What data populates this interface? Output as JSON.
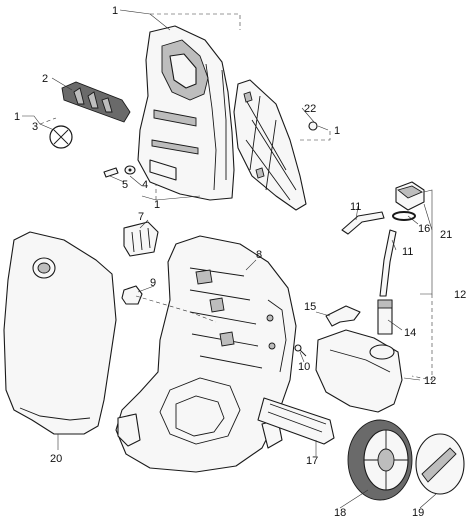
{
  "callouts": {
    "c1_top": "1",
    "c2": "2",
    "c1_left": "1",
    "c3": "3",
    "c22": "22",
    "c1_right": "1",
    "c5": "5",
    "c4": "4",
    "c1_bottom": "1",
    "c11_a": "11",
    "c16": "16",
    "c21": "21",
    "c11_b": "11",
    "c7": "7",
    "c8": "8",
    "c9": "9",
    "c12_a": "12",
    "c15": "15",
    "c14": "14",
    "c10": "10",
    "c12_b": "12",
    "c17": "17",
    "c20": "20",
    "c18": "18",
    "c19": "19"
  }
}
